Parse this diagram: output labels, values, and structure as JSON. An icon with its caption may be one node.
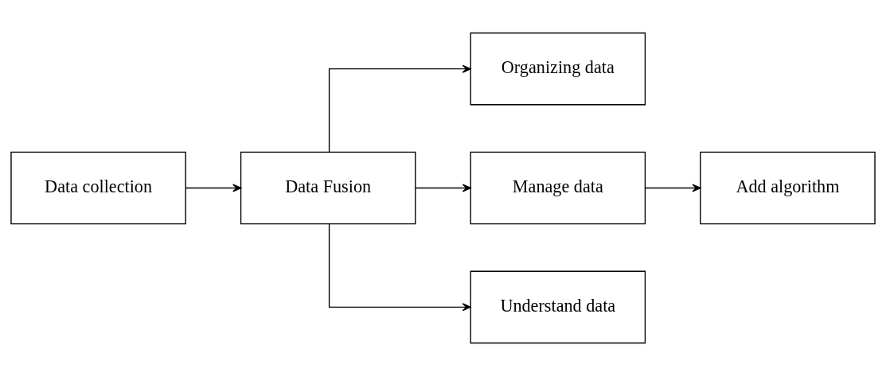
{
  "diagram": {
    "nodes": [
      {
        "text": [
          "Data collection"
        ]
      },
      {
        "text": [
          "Data Fusion"
        ]
      },
      {
        "text": [
          "Organizing data"
        ]
      },
      {
        "text": [
          "Manage data"
        ]
      },
      {
        "text": [
          "Understand data"
        ]
      },
      {
        "text": [
          "Add algorithm"
        ]
      }
    ],
    "edges": [
      {
        "from": 0,
        "to": 1,
        "arrow": "to"
      },
      {
        "from": 1,
        "to": 2,
        "arrow": "to"
      },
      {
        "from": 1,
        "to": 3,
        "arrow": "to"
      },
      {
        "from": 1,
        "to": 4,
        "arrow": "to"
      },
      {
        "from": 3,
        "to": 5,
        "arrow": "to"
      }
    ]
  }
}
